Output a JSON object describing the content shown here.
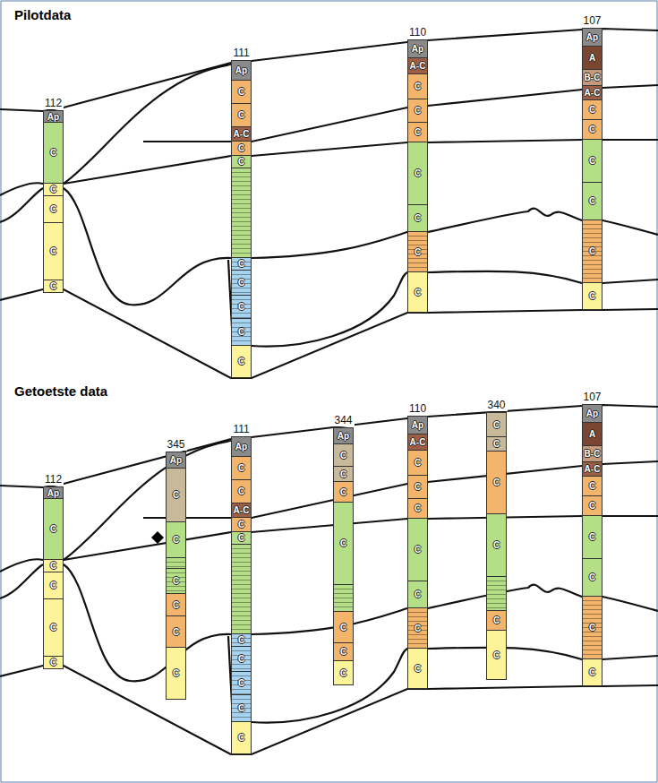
{
  "diagram": {
    "nodes": [
      {
        "text": [
          "112"
        ]
      },
      {
        "text": [
          "Ap"
        ],
        "in": 0
      },
      {
        "text": [
          "C"
        ],
        "in": 0
      },
      {
        "text": [
          "C"
        ],
        "in": 0
      },
      {
        "text": [
          "C"
        ],
        "in": 0
      },
      {
        "text": [
          "C"
        ],
        "in": 0
      },
      {
        "text": [
          "C"
        ],
        "in": 0
      },
      {
        "text": [
          "111"
        ]
      },
      {
        "text": [
          "Ap"
        ],
        "in": 7
      },
      {
        "text": [
          "C"
        ],
        "in": 7
      },
      {
        "text": [
          "C"
        ],
        "in": 7
      },
      {
        "text": [
          "A-C"
        ],
        "in": 7
      },
      {
        "text": [
          "C"
        ],
        "in": 7
      },
      {
        "text": [
          "C"
        ],
        "in": 7
      },
      {
        "text": [
          "C"
        ],
        "in": 7
      },
      {
        "text": [
          "C"
        ],
        "in": 7
      },
      {
        "text": [
          "C"
        ],
        "in": 7
      },
      {
        "text": [
          "C"
        ],
        "in": 7
      },
      {
        "text": [
          "C"
        ],
        "in": 7
      },
      {
        "text": [
          "110"
        ]
      },
      {
        "text": [
          "Ap"
        ],
        "in": 19
      },
      {
        "text": [
          "A-C"
        ],
        "in": 19
      },
      {
        "text": [
          "C"
        ],
        "in": 19
      },
      {
        "text": [
          "C"
        ],
        "in": 19
      },
      {
        "text": [
          "C"
        ],
        "in": 19
      },
      {
        "text": [
          "C"
        ],
        "in": 19
      },
      {
        "text": [
          "C"
        ],
        "in": 19
      },
      {
        "text": [
          "C"
        ],
        "in": 19
      },
      {
        "text": [
          "C"
        ],
        "in": 19
      },
      {
        "text": [
          "107"
        ]
      },
      {
        "text": [
          "Ap"
        ],
        "in": 29
      },
      {
        "text": [
          "A"
        ],
        "in": 29
      },
      {
        "text": [
          "B-C"
        ],
        "in": 29
      },
      {
        "text": [
          "A-C"
        ],
        "in": 29
      },
      {
        "text": [
          "C"
        ],
        "in": 29
      },
      {
        "text": [
          "C"
        ],
        "in": 29
      },
      {
        "text": [
          "C"
        ],
        "in": 29
      },
      {
        "text": [
          "C"
        ],
        "in": 29
      },
      {
        "text": [
          "C"
        ],
        "in": 29
      },
      {
        "text": [
          "C"
        ],
        "in": 29
      },
      {
        "text": [
          "112"
        ]
      },
      {
        "text": [
          "Ap"
        ],
        "in": 40
      },
      {
        "text": [
          "C"
        ],
        "in": 40
      },
      {
        "text": [
          "C"
        ],
        "in": 40
      },
      {
        "text": [
          "C"
        ],
        "in": 40
      },
      {
        "text": [
          "C"
        ],
        "in": 40
      },
      {
        "text": [
          "C"
        ],
        "in": 40
      },
      {
        "text": [
          "345"
        ]
      },
      {
        "text": [
          "Ap"
        ],
        "in": 47
      },
      {
        "text": [
          "C"
        ],
        "in": 47
      },
      {
        "text": [
          "C"
        ],
        "in": 47
      },
      {
        "text": [
          "C"
        ],
        "in": 47
      },
      {
        "text": [
          "C"
        ],
        "in": 47
      },
      {
        "text": [
          "C"
        ],
        "in": 47
      },
      {
        "text": [
          "C"
        ],
        "in": 47
      },
      {
        "text": [
          "111"
        ]
      },
      {
        "text": [
          "Ap"
        ],
        "in": 55
      },
      {
        "text": [
          "C"
        ],
        "in": 55
      },
      {
        "text": [
          "C"
        ],
        "in": 55
      },
      {
        "text": [
          "A-C"
        ],
        "in": 55
      },
      {
        "text": [
          "C"
        ],
        "in": 55
      },
      {
        "text": [
          "C"
        ],
        "in": 55
      },
      {
        "text": [
          "C"
        ],
        "in": 55
      },
      {
        "text": [
          "C"
        ],
        "in": 55
      },
      {
        "text": [
          "C"
        ],
        "in": 55
      },
      {
        "text": [
          "C"
        ],
        "in": 55
      },
      {
        "text": [
          "C"
        ],
        "in": 55
      },
      {
        "text": [
          "344"
        ]
      },
      {
        "text": [
          "Ap"
        ],
        "in": 67
      },
      {
        "text": [
          "C"
        ],
        "in": 67
      },
      {
        "text": [
          "C"
        ],
        "in": 67
      },
      {
        "text": [
          "C"
        ],
        "in": 67
      },
      {
        "text": [
          "C"
        ],
        "in": 67
      },
      {
        "text": [
          "C"
        ],
        "in": 67
      },
      {
        "text": [
          "C"
        ],
        "in": 67
      },
      {
        "text": [
          "C"
        ],
        "in": 67
      },
      {
        "text": [
          "110"
        ]
      },
      {
        "text": [
          "Ap"
        ],
        "in": 76
      },
      {
        "text": [
          "A-C"
        ],
        "in": 76
      },
      {
        "text": [
          "C"
        ],
        "in": 76
      },
      {
        "text": [
          "C"
        ],
        "in": 76
      },
      {
        "text": [
          "C"
        ],
        "in": 76
      },
      {
        "text": [
          "C"
        ],
        "in": 76
      },
      {
        "text": [
          "C"
        ],
        "in": 76
      },
      {
        "text": [
          "C"
        ],
        "in": 76
      },
      {
        "text": [
          "C"
        ],
        "in": 76
      },
      {
        "text": [
          "340"
        ]
      },
      {
        "text": [
          "C"
        ],
        "in": 86
      },
      {
        "text": [
          "C"
        ],
        "in": 86
      },
      {
        "text": [
          "C"
        ],
        "in": 86
      },
      {
        "text": [
          "C"
        ],
        "in": 86
      },
      {
        "text": [
          "C"
        ],
        "in": 86
      },
      {
        "text": [
          "C"
        ],
        "in": 86
      },
      {
        "text": [
          "107"
        ]
      },
      {
        "text": [
          "Ap"
        ],
        "in": 93
      },
      {
        "text": [
          "A"
        ],
        "in": 93
      },
      {
        "text": [
          "B-C"
        ],
        "in": 93
      },
      {
        "text": [
          "A-C"
        ],
        "in": 93
      },
      {
        "text": [
          "C"
        ],
        "in": 93
      },
      {
        "text": [
          "C"
        ],
        "in": 93
      },
      {
        "text": [
          "C"
        ],
        "in": 93
      },
      {
        "text": [
          "C"
        ],
        "in": 93
      },
      {
        "text": [
          "C"
        ],
        "in": 93
      },
      {
        "text": [
          "C"
        ],
        "in": 93
      }
    ],
    "labels": [
      "Pilotdata",
      "Getoetste data"
    ]
  }
}
